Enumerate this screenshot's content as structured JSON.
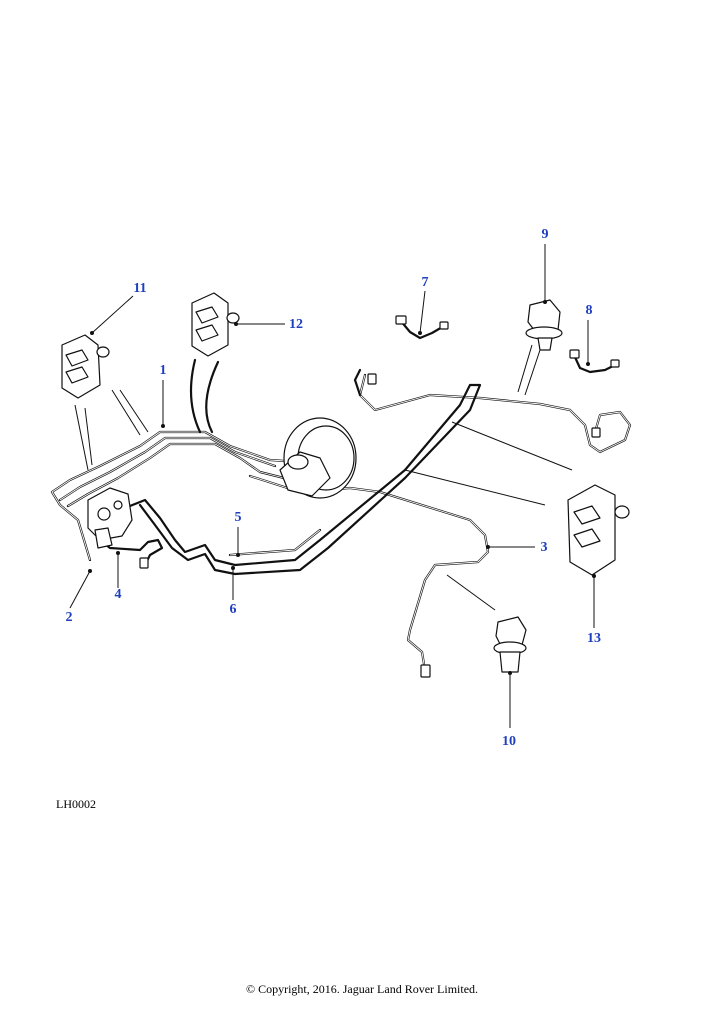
{
  "figure_ref": "LH0002",
  "copyright": "© Copyright, 2016. Jaguar Land Rover Limited.",
  "callouts": [
    {
      "id": "c1",
      "label": "1"
    },
    {
      "id": "c2",
      "label": "2"
    },
    {
      "id": "c3",
      "label": "3"
    },
    {
      "id": "c4",
      "label": "4"
    },
    {
      "id": "c5",
      "label": "5"
    },
    {
      "id": "c6",
      "label": "6"
    },
    {
      "id": "c7",
      "label": "7"
    },
    {
      "id": "c8",
      "label": "8"
    },
    {
      "id": "c9",
      "label": "9"
    },
    {
      "id": "c10",
      "label": "10"
    },
    {
      "id": "c11",
      "label": "11"
    },
    {
      "id": "c12",
      "label": "12"
    },
    {
      "id": "c13",
      "label": "13"
    }
  ],
  "colors": {
    "callout": "#1f3fbf",
    "line": "#111111"
  }
}
